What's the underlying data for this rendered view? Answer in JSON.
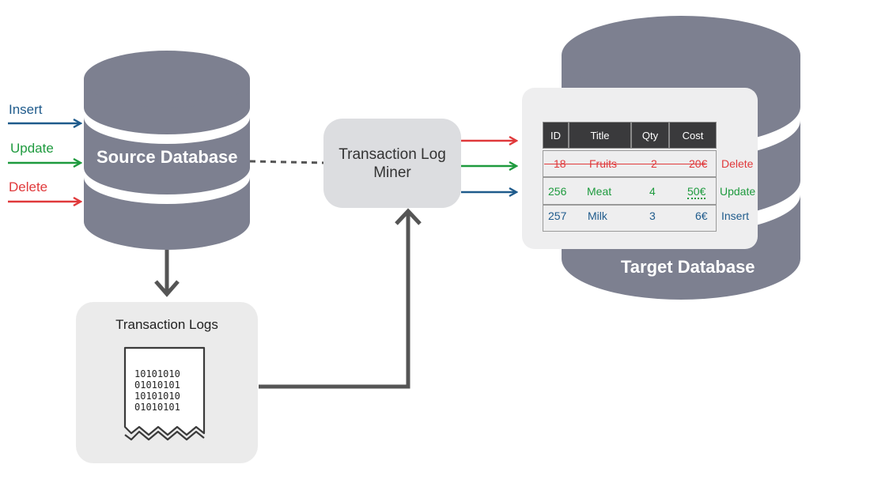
{
  "colors": {
    "db_gray": "#7d8090",
    "insert": "#1f5b8c",
    "update": "#1e9a3e",
    "delete": "#e0393b",
    "connector": "#555555"
  },
  "source_db": {
    "label": "Source Database",
    "inputs": [
      {
        "name": "Insert",
        "color": "#1f5b8c"
      },
      {
        "name": "Update",
        "color": "#1e9a3e"
      },
      {
        "name": "Delete",
        "color": "#e0393b"
      }
    ]
  },
  "transaction_logs": {
    "title": "Transaction Logs",
    "bits": [
      "10101010",
      "01010101",
      "10101010",
      "01010101"
    ],
    "icon": "receipt-icon"
  },
  "miner": {
    "label_line1": "Transaction Log",
    "label_line2": "Miner"
  },
  "target_db": {
    "label": "Target Database"
  },
  "table": {
    "headers": [
      "ID",
      "Title",
      "Qty",
      "Cost"
    ],
    "rows": [
      {
        "id": "18",
        "title": "Fruits",
        "qty": "2",
        "cost": "20€",
        "op": "Delete",
        "color": "#e0393b"
      },
      {
        "id": "256",
        "title": "Meat",
        "qty": "4",
        "cost": "50€",
        "op": "Update",
        "color": "#1e9a3e"
      },
      {
        "id": "257",
        "title": "Milk",
        "qty": "3",
        "cost": "6€",
        "op": "Insert",
        "color": "#1f5b8c"
      }
    ]
  }
}
